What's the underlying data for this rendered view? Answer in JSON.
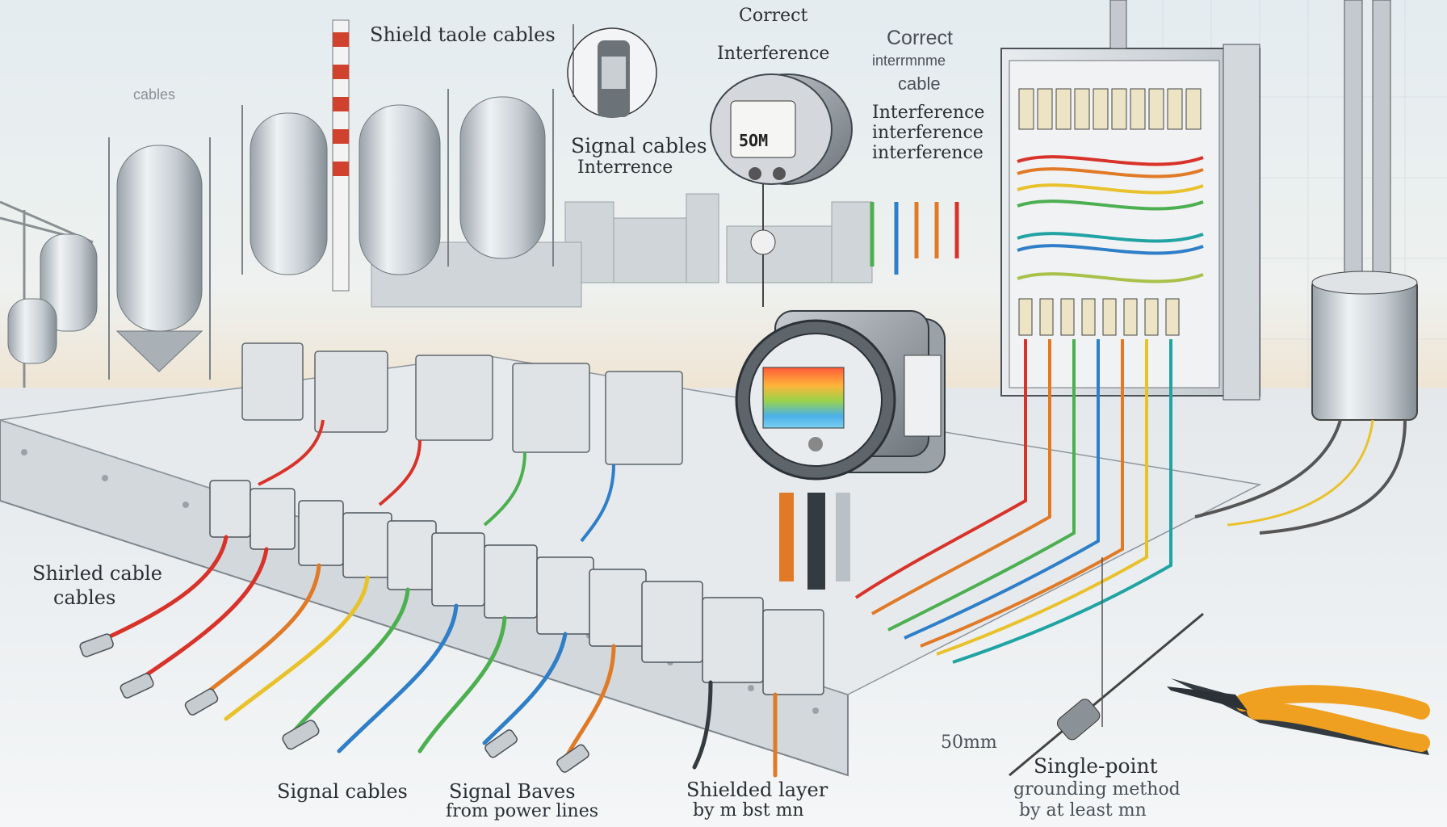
{
  "labels": {
    "shield_top": "Shield taole cables",
    "cables_faint": "cables",
    "correct_top": "Correct",
    "interference_garble": "Interference",
    "signal_cables_interference": "Signal cables",
    "interrence": "Interrence",
    "correct_right": "Correct",
    "cable_right_garble": "interrmnme",
    "cable_right": "cable",
    "interference_r1": "Interference",
    "interference_r2": "interference",
    "interference_r3": "interference",
    "shirled_cable": "Shirled cable",
    "cables_left": "cables",
    "signal_cables_bottom": "Signal cables",
    "signal_baves": "Signal  Baves",
    "from_power_lines": "from power lines",
    "shielded_layer": "Shielded layer",
    "by_m_bst_mn": "by m bst mn",
    "fifty_mm": "50mm",
    "single_point": "Single-point",
    "grounding_method": "grounding method",
    "by_at_least": "by at least mn"
  },
  "meter": {
    "display_top": "5OM"
  },
  "colors": {
    "sky_top": "#eef2f4",
    "sky_warm": "#f2dfc0",
    "steel": "#b9c0c6",
    "panel": "#d9dde0",
    "cable_red": "#d8332a",
    "cable_orange": "#e07a26",
    "cable_yellow": "#e9c12a",
    "cable_green": "#4caf50",
    "cable_blue": "#2f7fc8",
    "cable_teal": "#21a3a3",
    "plier_orange": "#f0a020",
    "plier_dark": "#333a40"
  }
}
